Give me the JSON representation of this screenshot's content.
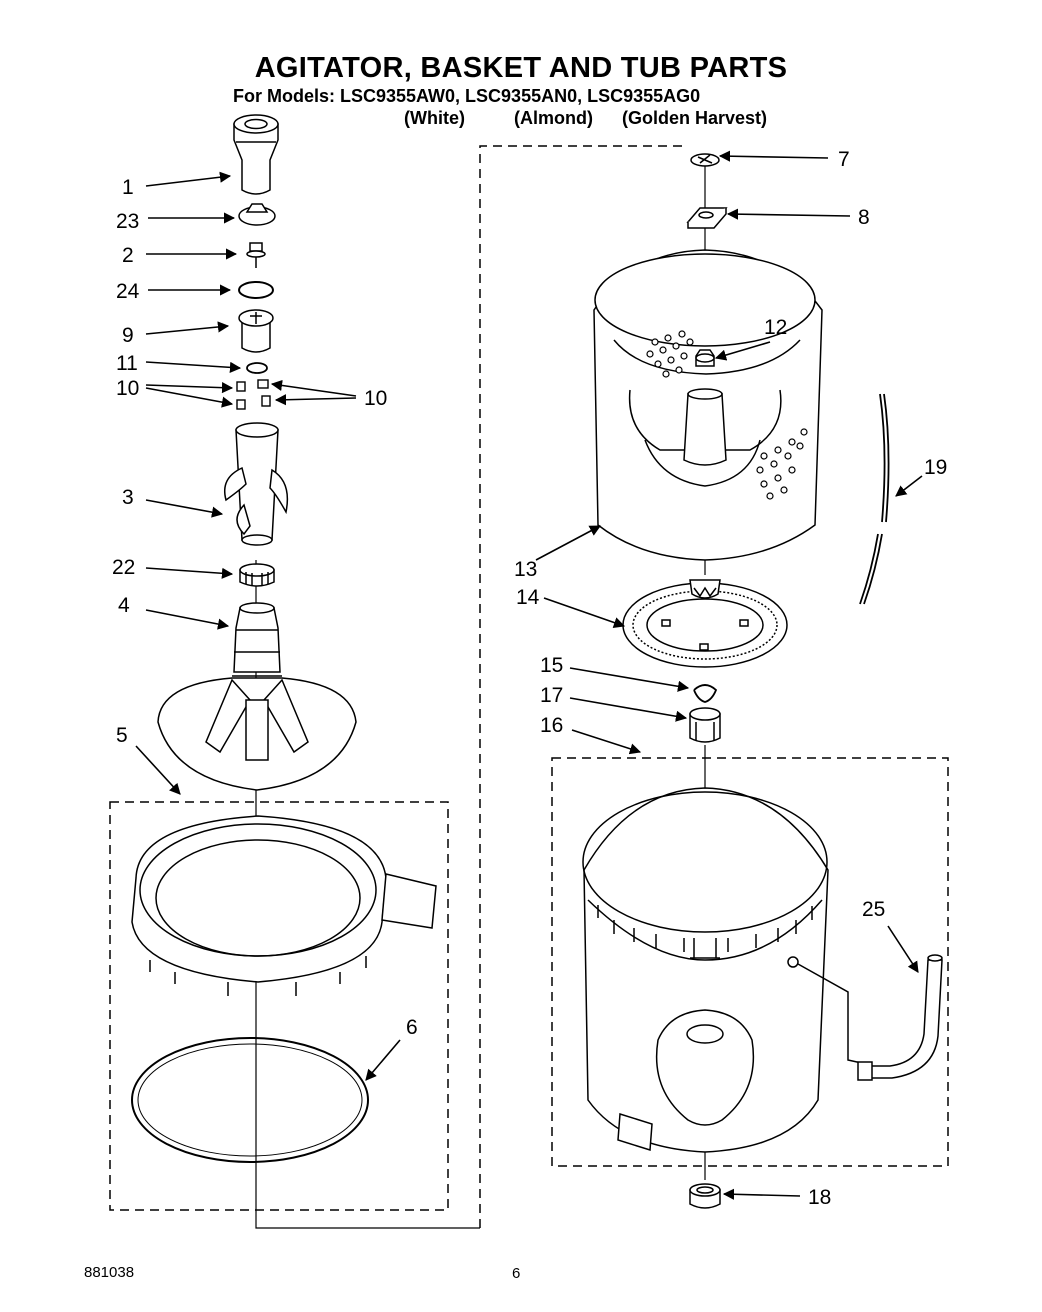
{
  "header": {
    "title": "AGITATOR, BASKET AND TUB PARTS",
    "models_line": "For Models: LSC9355AW0, LSC9355AN0, LSC9355AG0",
    "variants": [
      "(White)",
      "(Almond)",
      "(Golden Harvest)"
    ]
  },
  "callouts": [
    "1",
    "23",
    "2",
    "24",
    "9",
    "11",
    "10",
    "10",
    "3",
    "22",
    "4",
    "5",
    "6",
    "7",
    "8",
    "12",
    "13",
    "14",
    "15",
    "17",
    "16",
    "19",
    "25",
    "18"
  ],
  "footer": {
    "diagram_code": "881038",
    "page_number": "6"
  }
}
